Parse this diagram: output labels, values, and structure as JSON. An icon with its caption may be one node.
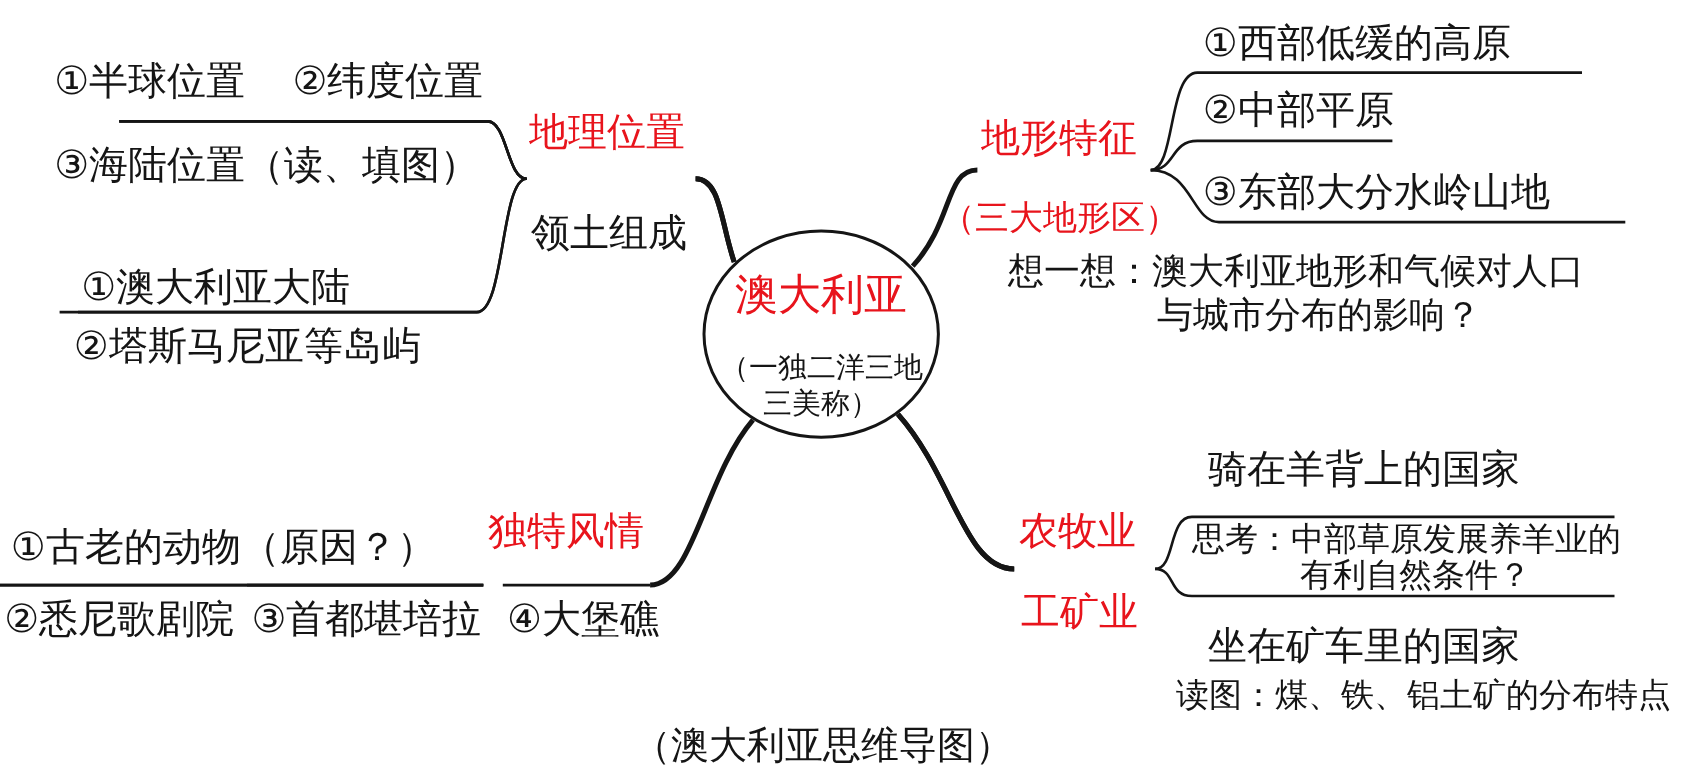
{
  "diagram": {
    "caption": "（澳大利亚思维导图）",
    "nodes": [
      {
        "text": [
          "澳大利亚",
          "（一独二洋三地三美称）"
        ]
      },
      {
        "text": [
          "地理位置"
        ]
      },
      {
        "text": [
          "①半球位置"
        ]
      },
      {
        "text": [
          "②纬度位置"
        ]
      },
      {
        "text": [
          "③海陆位置（读、填图）"
        ]
      },
      {
        "text": [
          "领土组成"
        ]
      },
      {
        "text": [
          "①澳大利亚大陆"
        ]
      },
      {
        "text": [
          "②塔斯马尼亚等岛屿"
        ]
      },
      {
        "text": [
          "地形特征"
        ]
      },
      {
        "text": [
          "①西部低缓的高原"
        ]
      },
      {
        "text": [
          "②中部平原"
        ]
      },
      {
        "text": [
          "③东部大分水岭山地"
        ]
      },
      {
        "text": [
          "独特风情"
        ]
      },
      {
        "text": [
          "①古老的动物（原因？）"
        ]
      },
      {
        "text": [
          "②悉尼歌剧院"
        ]
      },
      {
        "text": [
          "③首都堪培拉"
        ]
      },
      {
        "text": [
          "④大堡礁"
        ]
      },
      {
        "text": [
          "农牧业"
        ]
      },
      {
        "text": [
          "工矿业"
        ]
      },
      {
        "text": [
          "骑在羊背上的国家"
        ]
      },
      {
        "text": [
          "坐在矿车里的国家"
        ]
      }
    ],
    "edges": [
      {
        "from": 0,
        "to": 1,
        "arrow": "none"
      },
      {
        "from": 0,
        "to": 5,
        "arrow": "none"
      },
      {
        "from": 1,
        "to": 2,
        "arrow": "none"
      },
      {
        "from": 1,
        "to": 3,
        "arrow": "none"
      },
      {
        "from": 1,
        "to": 4,
        "arrow": "none"
      },
      {
        "from": 5,
        "to": 6,
        "arrow": "none"
      },
      {
        "from": 5,
        "to": 7,
        "arrow": "none"
      },
      {
        "from": 0,
        "to": 8,
        "arrow": "none"
      },
      {
        "from": 8,
        "to": 9,
        "arrow": "none"
      },
      {
        "from": 8,
        "to": 10,
        "arrow": "none"
      },
      {
        "from": 8,
        "to": 11,
        "arrow": "none"
      },
      {
        "from": 0,
        "to": 12,
        "arrow": "none"
      },
      {
        "from": 12,
        "to": 13,
        "arrow": "none"
      },
      {
        "from": 12,
        "to": 14,
        "arrow": "none"
      },
      {
        "from": 12,
        "to": 15,
        "arrow": "none"
      },
      {
        "from": 12,
        "to": 16,
        "arrow": "none"
      },
      {
        "from": 0,
        "to": 17,
        "arrow": "none"
      },
      {
        "from": 0,
        "to": 18,
        "arrow": "none"
      },
      {
        "from": 17,
        "to": 19,
        "arrow": "none"
      },
      {
        "from": 18,
        "to": 20,
        "arrow": "none"
      }
    ],
    "labels": [
      "（三大地形区）",
      "想一想：澳大利亚地形和气候对人口与城市分布的影响？",
      "思考：中部草原发展养羊业的有利自然条件？",
      "读图：煤、铁、铝土矿的分布特点"
    ]
  }
}
